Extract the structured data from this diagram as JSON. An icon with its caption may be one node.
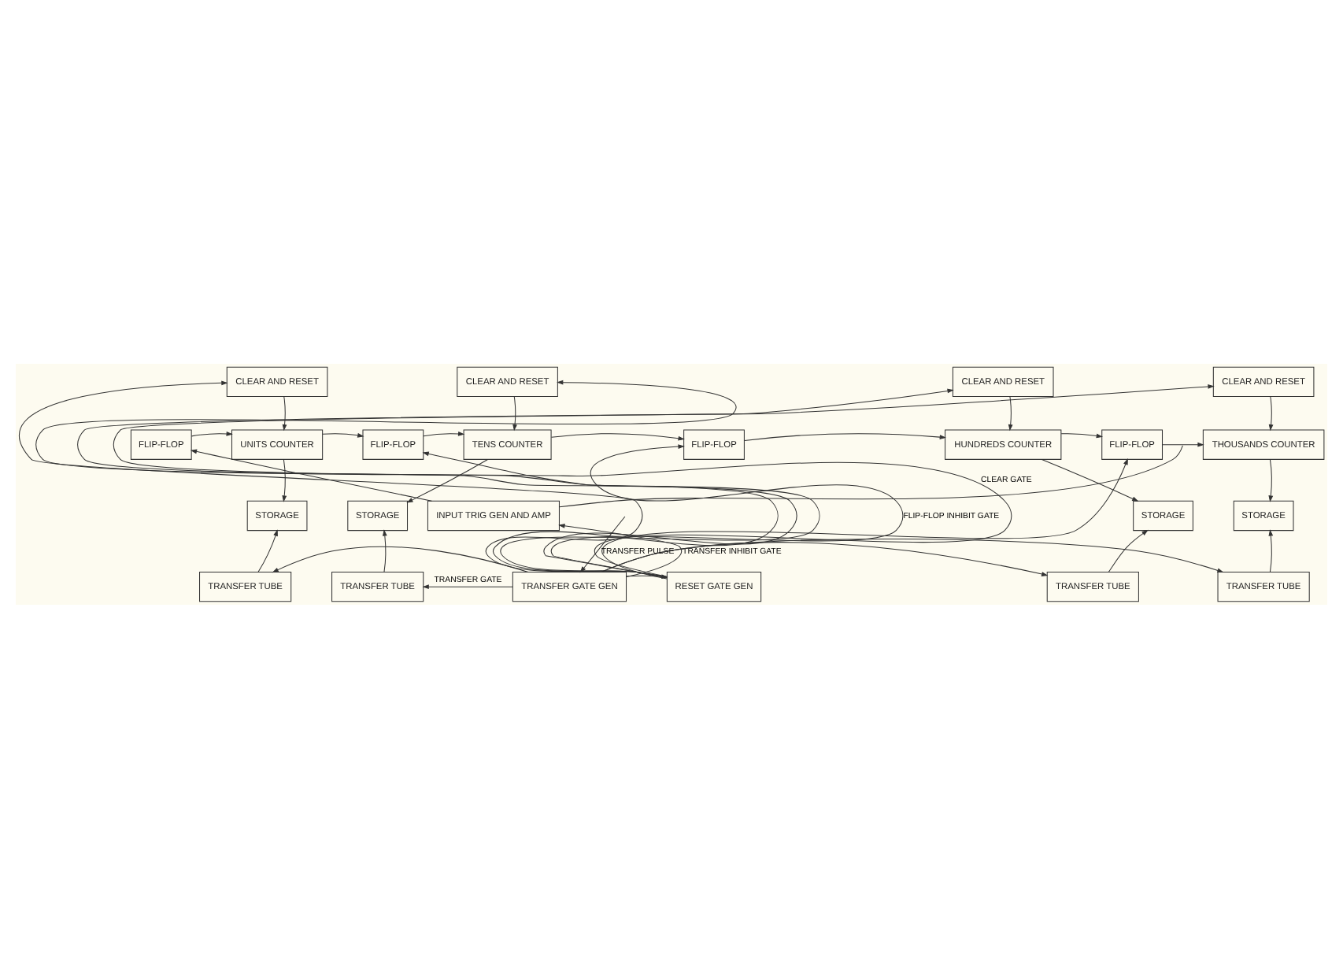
{
  "diagram": {
    "nodes": [
      {
        "text": [
          "CLEAR AND RESET"
        ]
      },
      {
        "text": [
          "UNITS COUNTER"
        ]
      },
      {
        "text": [
          "FLIP-FLOP"
        ]
      },
      {
        "text": [
          "STORAGE"
        ]
      },
      {
        "text": [
          "TRANSFER TUBE"
        ]
      },
      {
        "text": [
          "INPUT TRIG GEN AND AMP"
        ]
      },
      {
        "text": [
          "CLEAR AND RESET"
        ]
      },
      {
        "text": [
          "TENS COUNTER"
        ]
      },
      {
        "text": [
          "FLIP-FLOP"
        ]
      },
      {
        "text": [
          "STORAGE"
        ]
      },
      {
        "text": [
          "TRANSFER TUBE"
        ]
      },
      {
        "text": [
          "CLEAR AND RESET"
        ]
      },
      {
        "text": [
          "HUNDREDS COUNTER"
        ]
      },
      {
        "text": [
          "FLIP-FLOP"
        ]
      },
      {
        "text": [
          "STORAGE"
        ]
      },
      {
        "text": [
          "TRANSFER TUBE"
        ]
      },
      {
        "text": [
          "CLEAR AND RESET"
        ]
      },
      {
        "text": [
          "THOUSANDS COUNTER"
        ]
      },
      {
        "text": [
          "FLIP-FLOP"
        ]
      },
      {
        "text": [
          "STORAGE"
        ]
      },
      {
        "text": [
          "TRANSFER TUBE"
        ]
      },
      {
        "text": [
          "TRANSFER GATE GEN"
        ]
      },
      {
        "text": [
          "RESET GATE GEN"
        ]
      }
    ],
    "edges": [
      {
        "from": null,
        "to": 21,
        "arrow": "to",
        "label": "TRANSFER PULSE"
      },
      {
        "from": null,
        "to": 5,
        "arrow": "none"
      },
      {
        "from": 5,
        "to": 2,
        "arrow": "to"
      },
      {
        "from": 2,
        "to": 1,
        "arrow": "to"
      },
      {
        "from": 0,
        "to": 1,
        "arrow": "to"
      },
      {
        "from": 1,
        "to": 3,
        "arrow": "to"
      },
      {
        "from": 4,
        "to": 3,
        "arrow": "to"
      },
      {
        "from": 1,
        "to": 8,
        "arrow": "to"
      },
      {
        "from": 8,
        "to": 7,
        "arrow": "to"
      },
      {
        "from": 6,
        "to": 7,
        "arrow": "to"
      },
      {
        "from": 7,
        "to": 9,
        "arrow": "to"
      },
      {
        "from": 10,
        "to": 9,
        "arrow": "to"
      },
      {
        "from": 7,
        "to": 13,
        "arrow": "to"
      },
      {
        "from": 13,
        "to": 12,
        "arrow": "to"
      },
      {
        "from": 11,
        "to": 12,
        "arrow": "to"
      },
      {
        "from": 12,
        "to": 14,
        "arrow": "to"
      },
      {
        "from": 15,
        "to": 14,
        "arrow": "to"
      },
      {
        "from": 12,
        "to": 18,
        "arrow": "to"
      },
      {
        "from": 18,
        "to": 17,
        "arrow": "to"
      },
      {
        "from": 16,
        "to": 17,
        "arrow": "to"
      },
      {
        "from": 17,
        "to": 19,
        "arrow": "to"
      },
      {
        "from": 20,
        "to": 19,
        "arrow": "to"
      },
      {
        "from": 21,
        "to": 5,
        "arrow": "to",
        "label": "TRANSFER INHIBIT GATE"
      },
      {
        "from": 21,
        "to": 4,
        "arrow": "to"
      },
      {
        "from": 21,
        "to": 10,
        "arrow": "to",
        "label": "TRANSFER GATE"
      },
      {
        "from": 21,
        "to": 15,
        "arrow": "to"
      },
      {
        "from": 21,
        "to": 20,
        "arrow": "to"
      },
      {
        "from": 21,
        "to": 22,
        "arrow": "to"
      },
      {
        "from": 22,
        "to": 8,
        "arrow": "to"
      },
      {
        "from": 22,
        "to": 13,
        "arrow": "to",
        "label": "FLIP-FLOP INHIBIT GATE"
      },
      {
        "from": 22,
        "to": 18,
        "arrow": "to"
      },
      {
        "from": 22,
        "to": 0,
        "arrow": "to"
      },
      {
        "from": 22,
        "to": 6,
        "arrow": "to"
      },
      {
        "from": 22,
        "to": 11,
        "arrow": "to"
      },
      {
        "from": 22,
        "to": 16,
        "arrow": "to",
        "label": "CLEAR GATE"
      }
    ]
  }
}
